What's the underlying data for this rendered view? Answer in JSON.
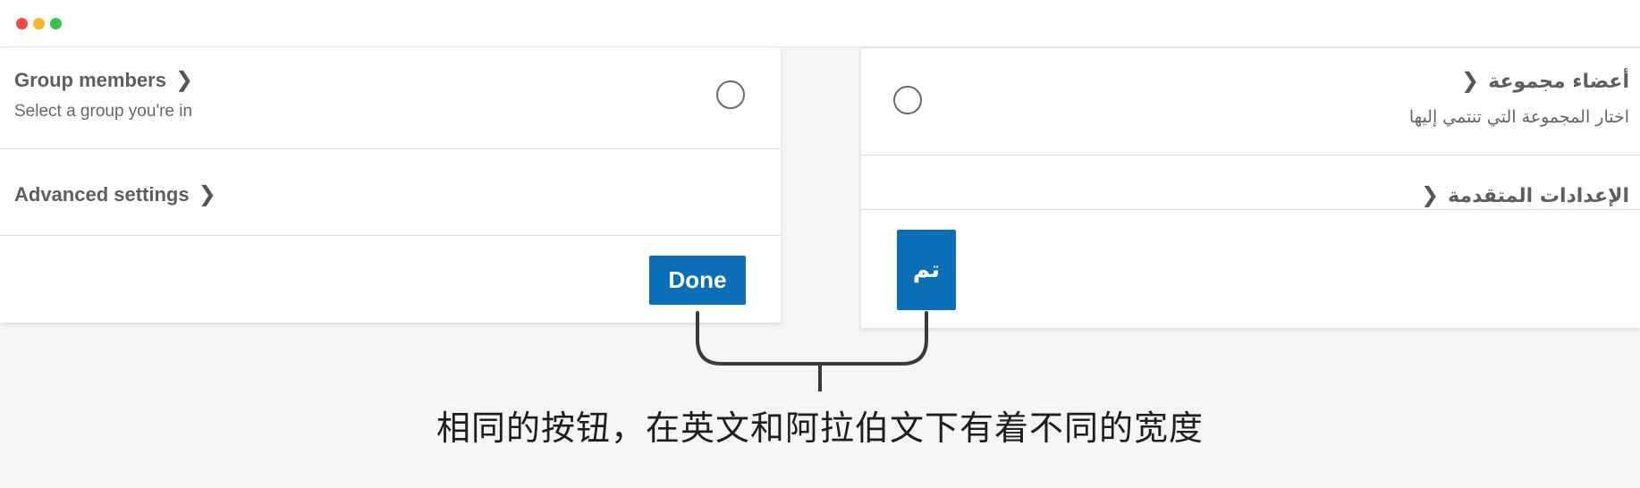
{
  "window": {
    "controls": [
      "close",
      "minimize",
      "zoom"
    ]
  },
  "english_panel": {
    "group_members": {
      "title": "Group members",
      "subtitle": "Select a group you're in"
    },
    "advanced_settings": {
      "title": "Advanced settings"
    },
    "done_button": "Done"
  },
  "arabic_panel": {
    "group_members": {
      "title": "أعضاء مجموعة",
      "subtitle": "اختار المجموعة التي تنتمي إليها"
    },
    "advanced_settings": {
      "title": "الإعدادات المتقدمة"
    },
    "done_button": "تم"
  },
  "icons": {
    "chevron": "❯"
  },
  "colors": {
    "button_bg": "#0b6fb8",
    "button_text": "#ffffff",
    "bracket": "#3a3a3a"
  },
  "caption": "相同的按钮，在英文和阿拉伯文下有着不同的宽度"
}
